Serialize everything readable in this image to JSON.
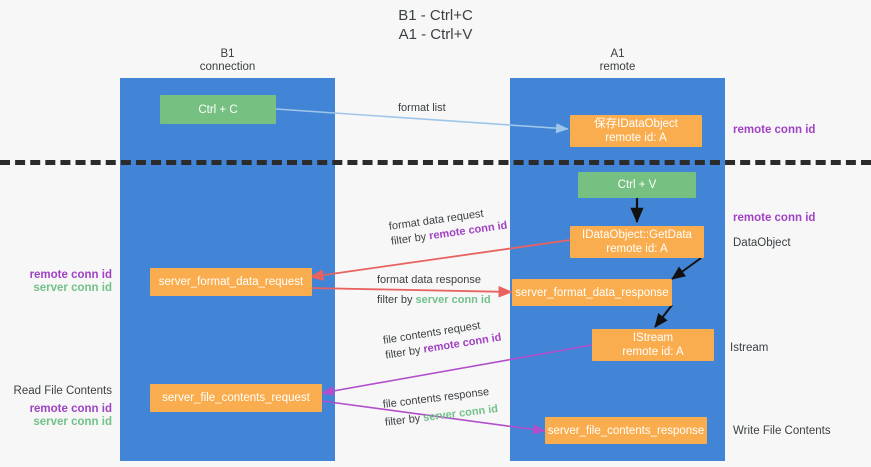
{
  "title": "B1 - Ctrl+C\nA1 - Ctrl+V",
  "columns": {
    "left": {
      "name": "B1",
      "role": "connection",
      "header": "B1\nconnection"
    },
    "right": {
      "name": "A1",
      "role": "remote",
      "header": "A1\nremote"
    }
  },
  "colors": {
    "lane": "#4285d6",
    "node_green": "#76c181",
    "node_orange": "#f9ad4e",
    "remote_conn_id": "#a142c4",
    "server_conn_id": "#72c18a",
    "arrow_blue": "#9fc6ea",
    "arrow_red": "#e8635f",
    "arrow_purple": "#b24ecb",
    "arrow_black": "#000000",
    "separator": "#2b2b2b",
    "background": "#f7f7f7"
  },
  "nodes": {
    "ctrl_c": "Ctrl + C",
    "ctrl_v": "Ctrl + V",
    "idataobject": "保存IDataObject\nremote id: A",
    "idataobject_getdata": "IDataObject::GetData\nremote id: A",
    "istream": "IStream\nremote id: A",
    "server_format_data_request": "server_format_data_request",
    "server_format_data_response": "server_format_data_response",
    "server_file_contents_request": "server_file_contents_request",
    "server_file_contents_response": "server_file_contents_response"
  },
  "edge_labels": {
    "format_list": "format list",
    "format_data_request": "format data request",
    "format_data_request_filter_prefix": "filter by ",
    "format_data_request_filter_key": "remote conn id",
    "format_data_response": "format data response",
    "format_data_response_filter_prefix": "filter by ",
    "format_data_response_filter_key": "server conn id",
    "file_contents_request": "file contents request",
    "file_contents_request_filter_prefix": "filter by ",
    "file_contents_request_filter_key": "remote conn id",
    "file_contents_response": "file contents response",
    "file_contents_response_filter_prefix": "filter by ",
    "file_contents_response_filter_key": "server conn id"
  },
  "annotations": {
    "right_remote_conn_id_top": "remote conn id",
    "right_remote_conn_id_mid": "remote conn id",
    "right_dataobject": "DataObject",
    "right_istream": "Istream",
    "right_write_file_contents": "Write File Contents",
    "left_remote_conn_id": "remote conn id",
    "left_server_conn_id": "server conn id",
    "left_read_file_contents": "Read File Contents",
    "left_remote_conn_id_2": "remote conn id",
    "left_server_conn_id_2": "server conn id"
  }
}
